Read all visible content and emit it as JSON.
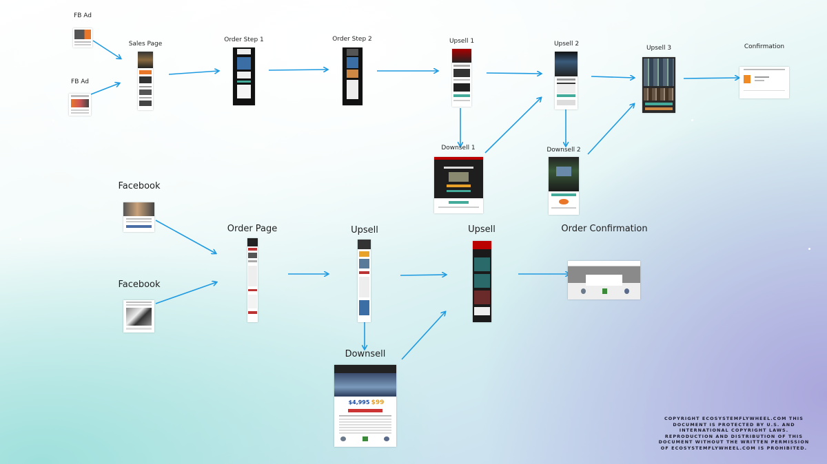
{
  "top_funnel": {
    "fb_ad_1": "FB Ad",
    "fb_ad_2": "FB Ad",
    "sales_page": "Sales Page",
    "order_step_1": "Order Step 1",
    "order_step_2": "Order Step 2",
    "upsell_1": "Upsell 1",
    "upsell_2": "Upsell 2",
    "upsell_3": "Upsell 3",
    "confirmation": "Confirmation",
    "downsell_1": "Downsell 1",
    "downsell_2": "Downsell 2"
  },
  "bottom_funnel": {
    "facebook_1": "Facebook",
    "facebook_2": "Facebook",
    "order_page": "Order Page",
    "upsell_a": "Upsell",
    "upsell_b": "Upsell",
    "order_confirmation": "Order Confirmation",
    "downsell": "Downsell"
  },
  "thumbnail_text": {
    "price_old": "$4,995",
    "price_new": "$99"
  },
  "copyright": "COPYRIGHT ECOSYSTEMFLYWHEEL.COM THIS DOCUMENT IS PROTECTED BY U.S. AND INTERNATIONAL COPYRIGHT LAWS. REPRODUCTION AND DISTRIBUTION OF THIS DOCUMENT WITHOUT THE WRITTEN PERMISSION OF ECOSYSTEMFLYWHEEL.COM IS PROHIBITED.",
  "colors": {
    "arrow": "#1e9ae0",
    "bg_left": "#9fe0dc",
    "bg_right": "#aaa6dc"
  }
}
